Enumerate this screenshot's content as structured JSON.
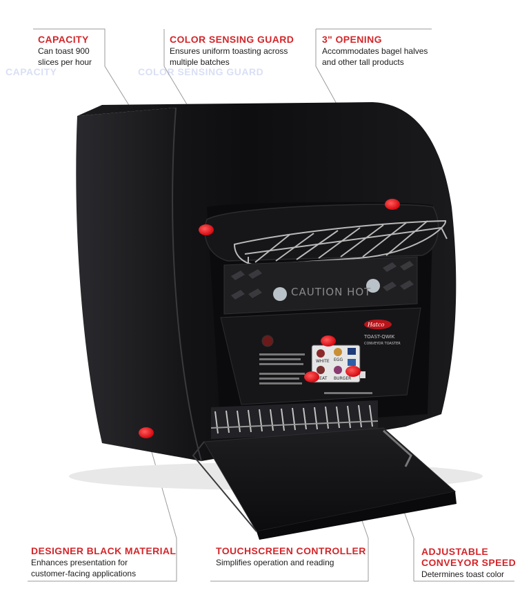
{
  "callouts": {
    "capacity": {
      "title": "CAPACITY",
      "desc": "Can toast 900\nslices per hour"
    },
    "color_sensing_guard": {
      "title": "COLOR SENSING GUARD",
      "desc": "Ensures uniform toasting across\nmultiple batches"
    },
    "opening": {
      "title": "3\" OPENING",
      "desc": "Accommodates bagel halves\nand other tall products"
    },
    "designer_black_material": {
      "title": "DESIGNER BLACK MATERIAL",
      "desc": "Enhances presentation for\ncustomer-facing applications"
    },
    "touchscreen_controller": {
      "title": "TOUCHSCREEN CONTROLLER",
      "desc": "Simplifies operation and reading"
    },
    "adjustable_conveyor_speed": {
      "title": "ADJUSTABLE\nCONVEYOR SPEED",
      "desc": "Determines toast color"
    }
  },
  "product": {
    "caution_label": "CAUTION  HOT",
    "brand_logo": "Hatco",
    "model_name": "TOAST-QWIK",
    "model_sub": "CONVEYOR TOASTER",
    "screen_labels": [
      "WHITE",
      "EGG",
      "MEAT",
      "BURGER"
    ]
  },
  "colors": {
    "accent": "#d3262a",
    "marker": "#e8141b",
    "toaster": "#141416",
    "leader": "#9a9a9a"
  }
}
